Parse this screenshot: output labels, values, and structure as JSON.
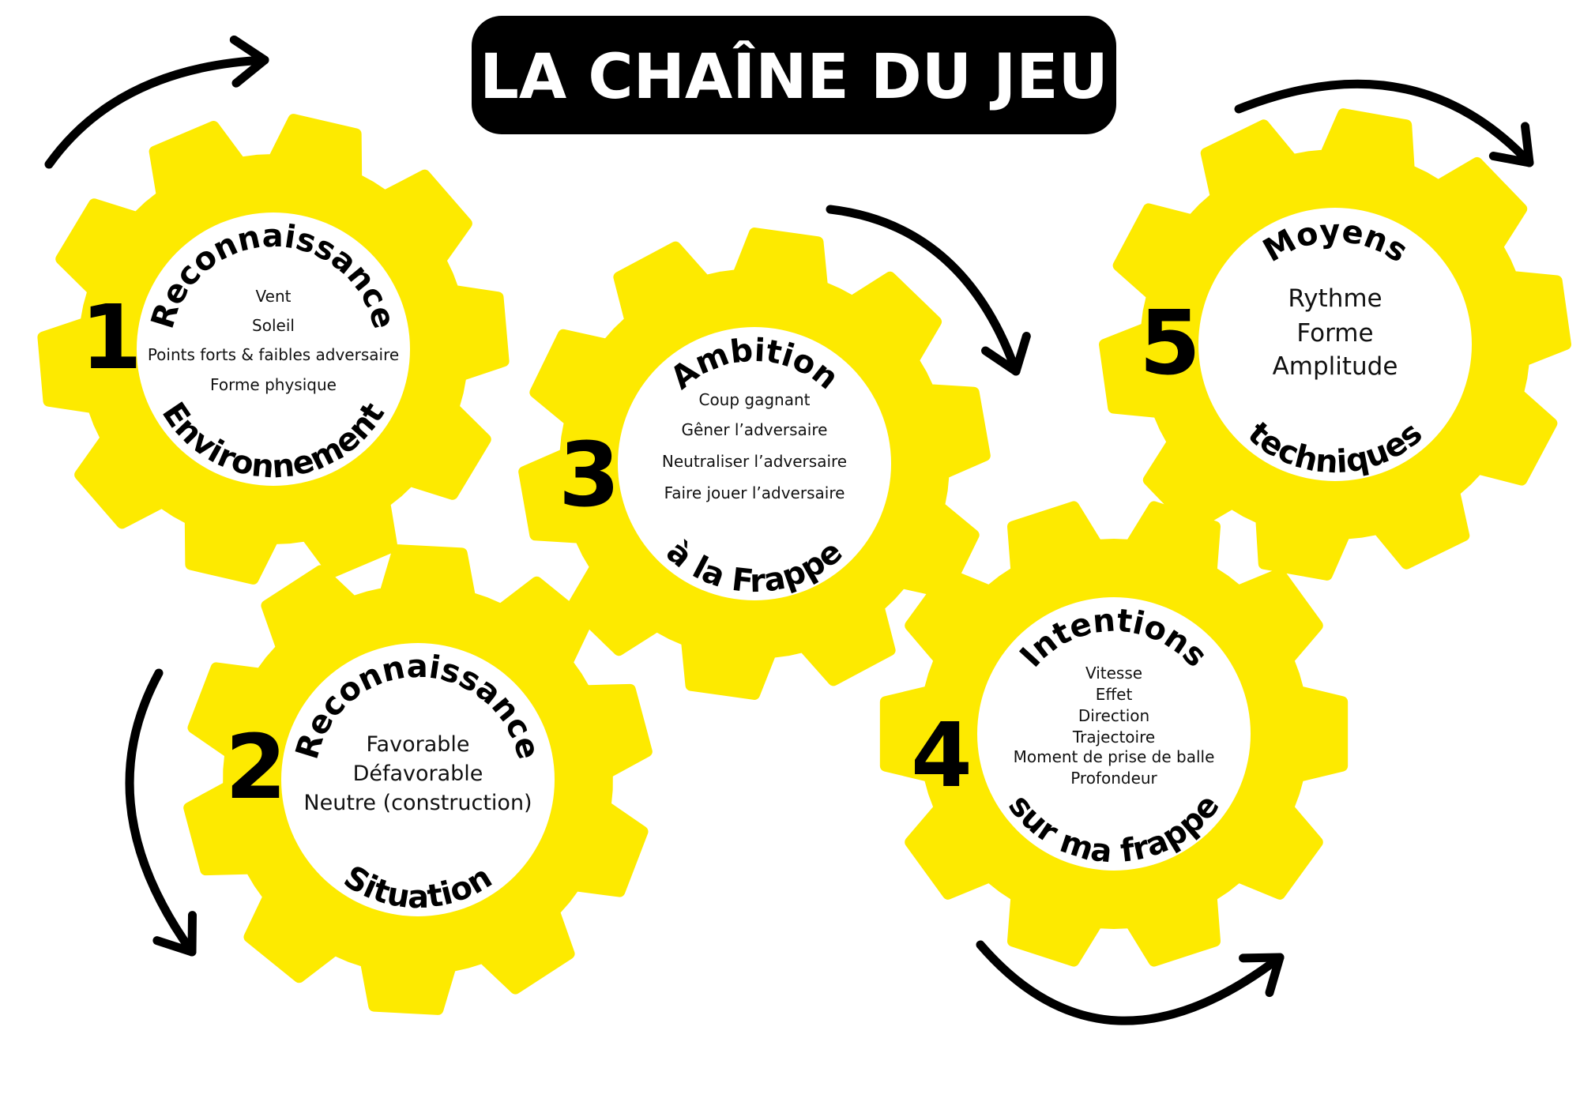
{
  "title": "LA CHAÎNE DU JEU",
  "colors": {
    "gear": "#FDEA00",
    "circle": "#FFFFFF",
    "ink": "#000000"
  },
  "gears": [
    {
      "number": "1",
      "top_label": "Reconnaissance",
      "bottom_label": "Environnement",
      "items": [
        "Vent",
        "Soleil",
        "Points forts & faibles adversaire",
        "Forme physique"
      ]
    },
    {
      "number": "2",
      "top_label": "Reconnaissance",
      "bottom_label": "Situation",
      "items": [
        "Favorable",
        "Défavorable",
        "Neutre (construction)"
      ]
    },
    {
      "number": "3",
      "top_label": "Ambition",
      "bottom_label": "à la Frappe",
      "items": [
        "Coup gagnant",
        "Gêner l’adversaire",
        "Neutraliser l’adversaire",
        "Faire jouer l’adversaire"
      ]
    },
    {
      "number": "4",
      "top_label": "Intentions",
      "bottom_label": "sur ma frappe",
      "items": [
        "Vitesse",
        "Effet",
        "Direction",
        "Trajectoire",
        "Moment de prise de balle",
        "Profondeur"
      ]
    },
    {
      "number": "5",
      "top_label": "Moyens",
      "bottom_label": "techniques",
      "items": [
        "Rythme",
        "Forme",
        "Amplitude"
      ]
    }
  ]
}
